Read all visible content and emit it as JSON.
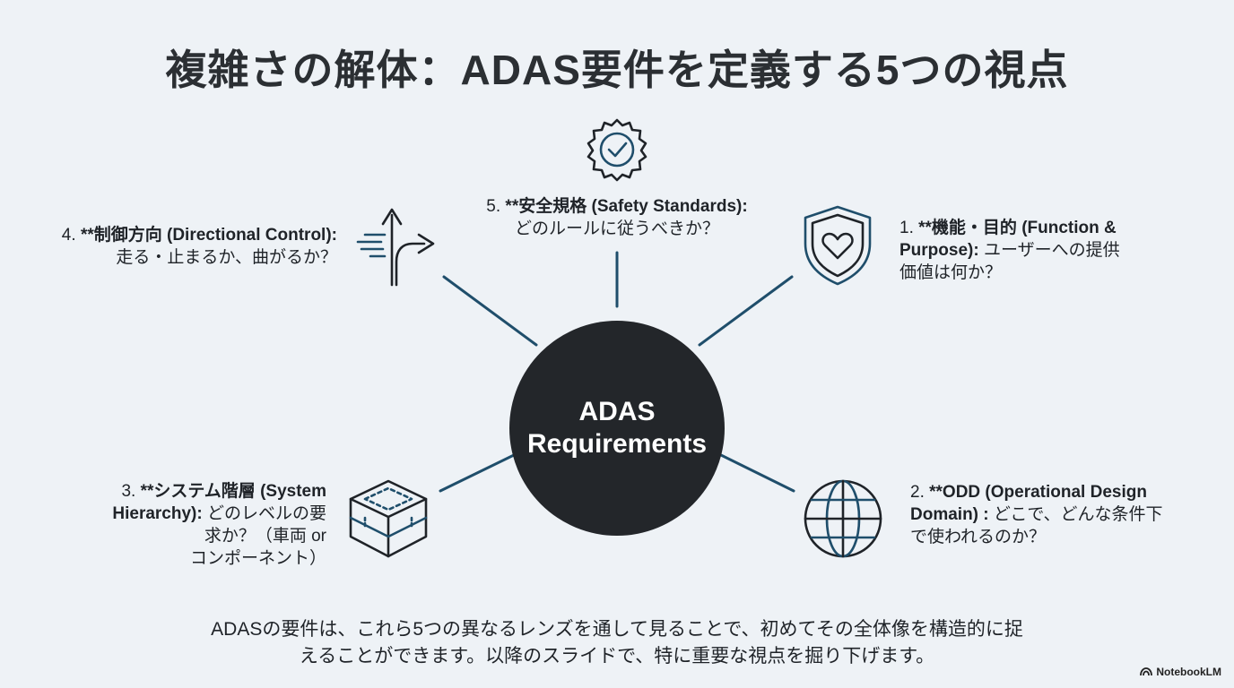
{
  "title": "複雑さの解体：ADAS要件を定義する5つの視点",
  "hub": {
    "line1": "ADAS",
    "line2": "Requirements"
  },
  "perspectives": [
    {
      "number": "1.",
      "bold_lines": [
        "**機能・目的 (Function &",
        "Purpose):"
      ],
      "text_lines": [
        "ユーザーへの提供",
        "価値は何か？"
      ],
      "icon": "shield-heart-icon"
    },
    {
      "number": "2.",
      "bold_lines": [
        "**ODD (Operational Design",
        "Domain) :"
      ],
      "text_lines": [
        "どこで、どんな条件下",
        "で使われるのか？"
      ],
      "icon": "globe-icon"
    },
    {
      "number": "3.",
      "bold_lines": [
        "**システム階層 (System",
        "Hierarchy):"
      ],
      "text_lines": [
        "どのレベルの要",
        "求か？（車両 or",
        "コンポーネント）"
      ],
      "icon": "layers-icon"
    },
    {
      "number": "4.",
      "bold_lines": [
        "**制御方向 (Directional Control):"
      ],
      "text_lines": [
        "走る・止まるか、曲がるか？"
      ],
      "icon": "turn-arrow-icon"
    },
    {
      "number": "5.",
      "bold_lines": [
        "**安全規格 (Safety Standards):"
      ],
      "text_lines": [
        "どのルールに従うべきか？"
      ],
      "icon": "certified-badge-icon"
    }
  ],
  "footer": {
    "line1": "ADASの要件は、これら5つの異なるレンズを通して見ることで、初めてその全体像を構造的に捉",
    "line2": "えることができます。以降のスライドで、特に重要な視点を掘り下げます。"
  },
  "brand": "NotebookLM",
  "colors": {
    "accent": "#1f4e6b",
    "hub": "#23262a",
    "background": "#eef2f6"
  }
}
